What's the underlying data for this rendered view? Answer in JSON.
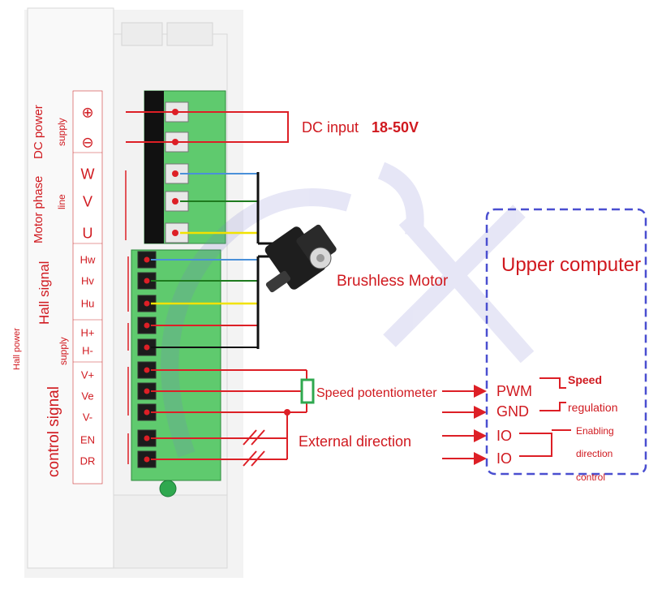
{
  "side_labels": {
    "dc_power_supply": "DC power",
    "supply": "supply",
    "motor_phase": "Motor phase",
    "line": "line",
    "hall_signal": "Hall signal",
    "hall_power": "Hall power",
    "hall_supply": "supply",
    "control_signal": "control signal"
  },
  "power_terminals": [
    "⊕",
    "⊖"
  ],
  "phase_terminals": [
    "W",
    "V",
    "U"
  ],
  "hall_terminals": [
    "Hw",
    "Hv",
    "Hu",
    "H+",
    "H-"
  ],
  "control_terminals": [
    "V+",
    "Ve",
    "V-",
    "EN",
    "DR"
  ],
  "annotations": {
    "dc_input_text": "DC input",
    "dc_input_range": "18-50V",
    "brushless_motor": "Brushless Motor",
    "speed_potentiometer": "Speed potentiometer",
    "external_direction": "External direction",
    "upper_computer": "Upper computer"
  },
  "upper_computer_pins": [
    "PWM",
    "GND",
    "IO",
    "IO"
  ],
  "notes": {
    "speed": "Speed",
    "regulation": "regulation",
    "enabling": "Enabling",
    "direction": "direction",
    "control": "control"
  },
  "colors": {
    "red_wire": "#dd1f26",
    "blue_wire": "#4a90d9",
    "green_wire": "#1e7a1e",
    "yellow_wire": "#f2e200",
    "black_wire": "#111111",
    "terminal_green": "#33b24a",
    "dashed_box": "#4a4fd0",
    "label_red": "#d0191f"
  }
}
